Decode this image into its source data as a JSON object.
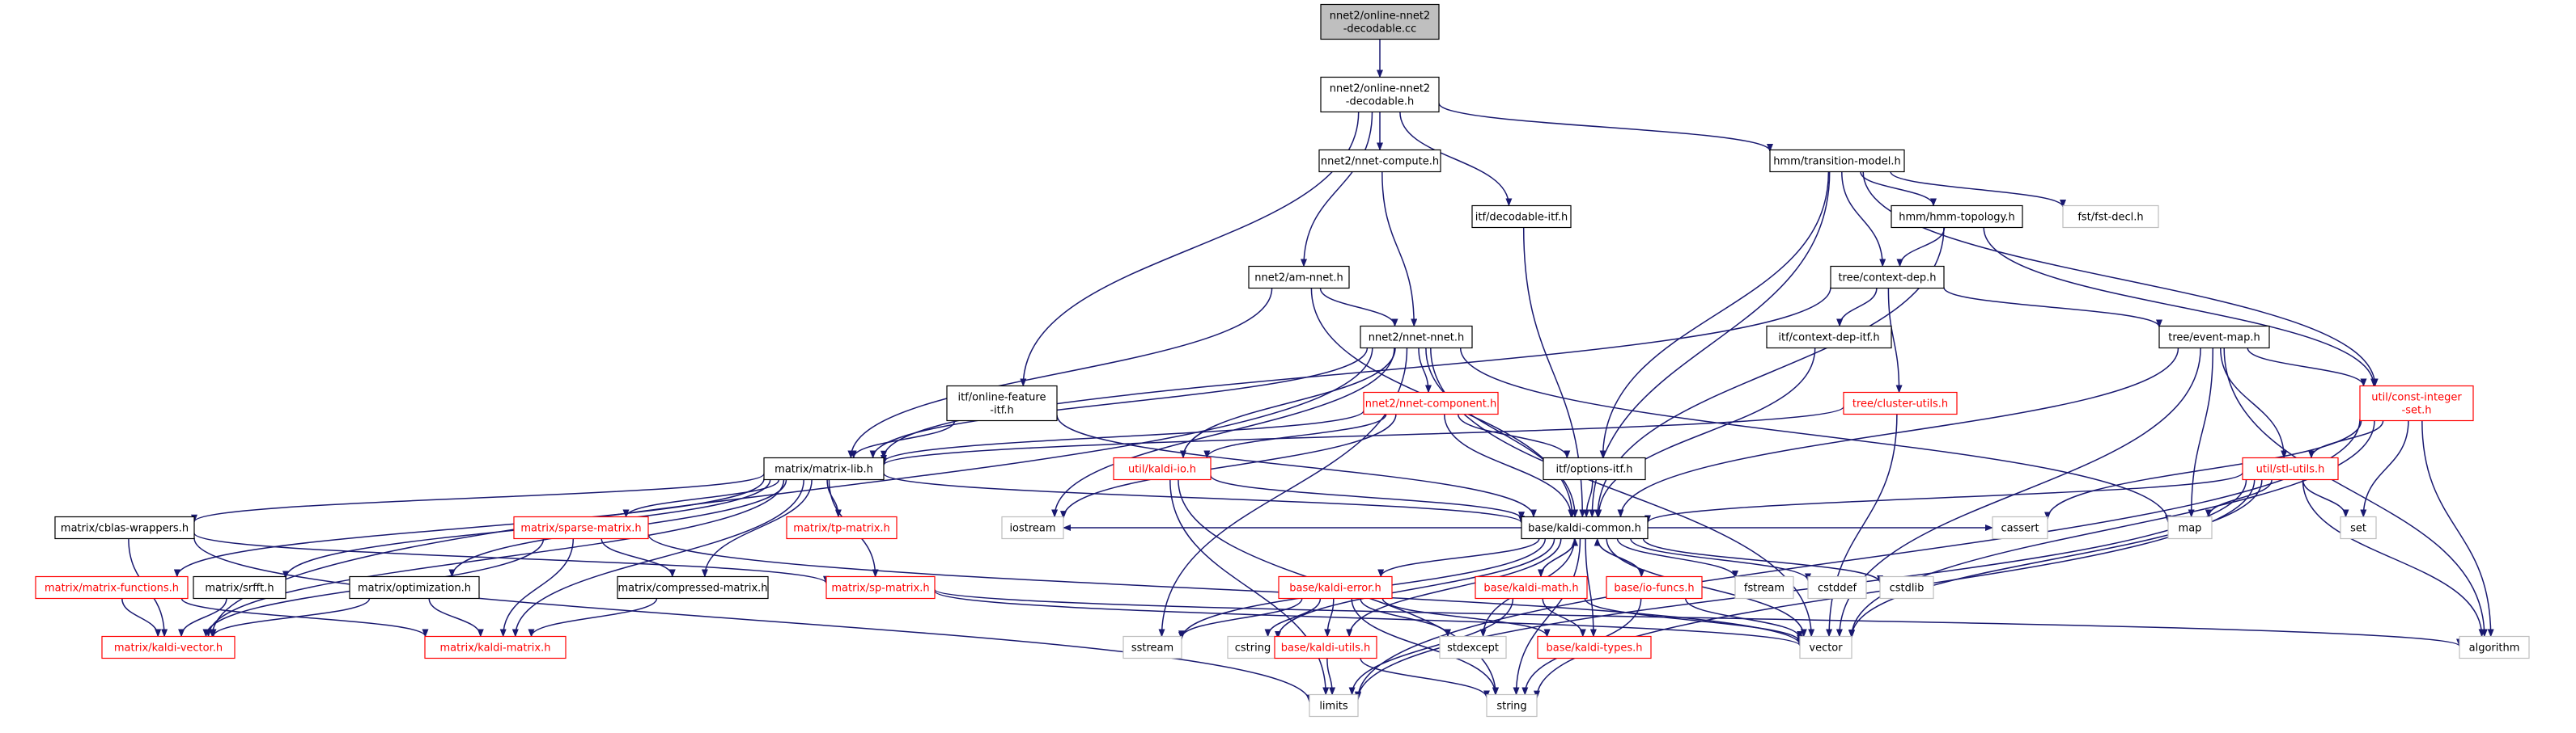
{
  "graph_title": "nnet2/online-nnet2-decodable.cc",
  "colors": {
    "edge": "#191970",
    "documented_border": "#000000",
    "undocumented_border": "#ff0000",
    "external_border": "#bfbfbf",
    "root_fill": "#bfbfbf"
  },
  "nodes": [
    {
      "id": "root",
      "lines": [
        "nnet2/online-nnet2",
        "-decodable.cc"
      ],
      "kind": "root"
    },
    {
      "id": "hdr",
      "lines": [
        "nnet2/online-nnet2",
        "-decodable.h"
      ],
      "kind": "black"
    },
    {
      "id": "nnetcompute",
      "lines": [
        "nnet2/nnet-compute.h"
      ],
      "kind": "black"
    },
    {
      "id": "decitf",
      "lines": [
        "itf/decodable-itf.h"
      ],
      "kind": "black"
    },
    {
      "id": "transmodel",
      "lines": [
        "hmm/transition-model.h"
      ],
      "kind": "black"
    },
    {
      "id": "hmmtopo",
      "lines": [
        "hmm/hmm-topology.h"
      ],
      "kind": "black"
    },
    {
      "id": "fstdecl",
      "lines": [
        "fst/fst-decl.h"
      ],
      "kind": "grey"
    },
    {
      "id": "amnnet",
      "lines": [
        "nnet2/am-nnet.h"
      ],
      "kind": "black"
    },
    {
      "id": "ctxdep",
      "lines": [
        "tree/context-dep.h"
      ],
      "kind": "black"
    },
    {
      "id": "ctxdepitf",
      "lines": [
        "itf/context-dep-itf.h"
      ],
      "kind": "black"
    },
    {
      "id": "eventmap",
      "lines": [
        "tree/event-map.h"
      ],
      "kind": "black"
    },
    {
      "id": "nnetnnet",
      "lines": [
        "nnet2/nnet-nnet.h"
      ],
      "kind": "black"
    },
    {
      "id": "onlinefeat",
      "lines": [
        "itf/online-feature",
        "-itf.h"
      ],
      "kind": "black"
    },
    {
      "id": "nnetcomp",
      "lines": [
        "nnet2/nnet-component.h"
      ],
      "kind": "red"
    },
    {
      "id": "clusterutils",
      "lines": [
        "tree/cluster-utils.h"
      ],
      "kind": "red"
    },
    {
      "id": "constint",
      "lines": [
        "util/const-integer",
        "-set.h"
      ],
      "kind": "red"
    },
    {
      "id": "matrixlib",
      "lines": [
        "matrix/matrix-lib.h"
      ],
      "kind": "black"
    },
    {
      "id": "kaldiio",
      "lines": [
        "util/kaldi-io.h"
      ],
      "kind": "red"
    },
    {
      "id": "optionsitf",
      "lines": [
        "itf/options-itf.h"
      ],
      "kind": "black"
    },
    {
      "id": "stlutils",
      "lines": [
        "util/stl-utils.h"
      ],
      "kind": "red"
    },
    {
      "id": "cblas",
      "lines": [
        "matrix/cblas-wrappers.h"
      ],
      "kind": "black"
    },
    {
      "id": "sparse",
      "lines": [
        "matrix/sparse-matrix.h"
      ],
      "kind": "red"
    },
    {
      "id": "tpmatrix",
      "lines": [
        "matrix/tp-matrix.h"
      ],
      "kind": "red"
    },
    {
      "id": "kaldicommon",
      "lines": [
        "base/kaldi-common.h"
      ],
      "kind": "black"
    },
    {
      "id": "map",
      "lines": [
        "map"
      ],
      "kind": "grey"
    },
    {
      "id": "set",
      "lines": [
        "set"
      ],
      "kind": "grey"
    },
    {
      "id": "matfunc",
      "lines": [
        "matrix/matrix-functions.h"
      ],
      "kind": "red"
    },
    {
      "id": "srfft",
      "lines": [
        "matrix/srfft.h"
      ],
      "kind": "black"
    },
    {
      "id": "optimization",
      "lines": [
        "matrix/optimization.h"
      ],
      "kind": "black"
    },
    {
      "id": "compressed",
      "lines": [
        "matrix/compressed-matrix.h"
      ],
      "kind": "black"
    },
    {
      "id": "spmatrix",
      "lines": [
        "matrix/sp-matrix.h"
      ],
      "kind": "red"
    },
    {
      "id": "iostream",
      "lines": [
        "iostream"
      ],
      "kind": "grey"
    },
    {
      "id": "kaldierror",
      "lines": [
        "base/kaldi-error.h"
      ],
      "kind": "red"
    },
    {
      "id": "kaldimath",
      "lines": [
        "base/kaldi-math.h"
      ],
      "kind": "red"
    },
    {
      "id": "iofuncs",
      "lines": [
        "base/io-funcs.h"
      ],
      "kind": "red"
    },
    {
      "id": "fstream",
      "lines": [
        "fstream"
      ],
      "kind": "grey"
    },
    {
      "id": "cstddef",
      "lines": [
        "cstddef"
      ],
      "kind": "grey"
    },
    {
      "id": "cstdlib",
      "lines": [
        "cstdlib"
      ],
      "kind": "grey"
    },
    {
      "id": "cassert",
      "lines": [
        "cassert"
      ],
      "kind": "grey"
    },
    {
      "id": "kaldivector",
      "lines": [
        "matrix/kaldi-vector.h"
      ],
      "kind": "red"
    },
    {
      "id": "kaldimatrix",
      "lines": [
        "matrix/kaldi-matrix.h"
      ],
      "kind": "red"
    },
    {
      "id": "sstream",
      "lines": [
        "sstream"
      ],
      "kind": "grey"
    },
    {
      "id": "cstring",
      "lines": [
        "cstring"
      ],
      "kind": "grey"
    },
    {
      "id": "kaldiutils",
      "lines": [
        "base/kaldi-utils.h"
      ],
      "kind": "red"
    },
    {
      "id": "stdexcept",
      "lines": [
        "stdexcept"
      ],
      "kind": "grey"
    },
    {
      "id": "kalditypes",
      "lines": [
        "base/kaldi-types.h"
      ],
      "kind": "red"
    },
    {
      "id": "vector",
      "lines": [
        "vector"
      ],
      "kind": "grey"
    },
    {
      "id": "algorithm",
      "lines": [
        "algorithm"
      ],
      "kind": "grey"
    },
    {
      "id": "limits",
      "lines": [
        "limits"
      ],
      "kind": "grey"
    },
    {
      "id": "string",
      "lines": [
        "string"
      ],
      "kind": "grey"
    }
  ],
  "edges": [
    [
      "root",
      "hdr"
    ],
    [
      "hdr",
      "nnetcompute"
    ],
    [
      "hdr",
      "decitf"
    ],
    [
      "hdr",
      "transmodel"
    ],
    [
      "hdr",
      "amnnet"
    ],
    [
      "hdr",
      "onlinefeat"
    ],
    [
      "nnetcompute",
      "nnetnnet"
    ],
    [
      "decitf",
      "kaldicommon"
    ],
    [
      "transmodel",
      "hmmtopo"
    ],
    [
      "transmodel",
      "fstdecl"
    ],
    [
      "transmodel",
      "ctxdep"
    ],
    [
      "transmodel",
      "constint"
    ],
    [
      "transmodel",
      "kaldicommon"
    ],
    [
      "transmodel",
      "optionsitf"
    ],
    [
      "hmmtopo",
      "ctxdep"
    ],
    [
      "hmmtopo",
      "constint"
    ],
    [
      "hmmtopo",
      "kaldicommon"
    ],
    [
      "amnnet",
      "nnetnnet"
    ],
    [
      "amnnet",
      "matrixlib"
    ],
    [
      "amnnet",
      "kaldicommon"
    ],
    [
      "ctxdep",
      "ctxdepitf"
    ],
    [
      "ctxdep",
      "eventmap"
    ],
    [
      "ctxdep",
      "clusterutils"
    ],
    [
      "ctxdep",
      "matrixlib"
    ],
    [
      "ctxdepitf",
      "kaldicommon"
    ],
    [
      "eventmap",
      "constint"
    ],
    [
      "eventmap",
      "stlutils"
    ],
    [
      "eventmap",
      "kaldicommon"
    ],
    [
      "eventmap",
      "map"
    ],
    [
      "eventmap",
      "vector"
    ],
    [
      "eventmap",
      "algorithm"
    ],
    [
      "nnetnnet",
      "nnetcomp"
    ],
    [
      "nnetnnet",
      "matrixlib"
    ],
    [
      "nnetnnet",
      "kaldiio"
    ],
    [
      "nnetnnet",
      "kaldicommon"
    ],
    [
      "nnetnnet",
      "map"
    ],
    [
      "nnetnnet",
      "vector"
    ],
    [
      "nnetnnet",
      "sstream"
    ],
    [
      "nnetnnet",
      "iostream"
    ],
    [
      "nnetnnet",
      "kaldivector"
    ],
    [
      "onlinefeat",
      "matrixlib"
    ],
    [
      "onlinefeat",
      "kaldicommon"
    ],
    [
      "nnetcomp",
      "matrixlib"
    ],
    [
      "nnetcomp",
      "optionsitf"
    ],
    [
      "nnetcomp",
      "kaldicommon"
    ],
    [
      "nnetcomp",
      "kaldiio"
    ],
    [
      "nnetcomp",
      "iostream"
    ],
    [
      "clusterutils",
      "matrixlib"
    ],
    [
      "clusterutils",
      "vector"
    ],
    [
      "constint",
      "stlutils"
    ],
    [
      "constint",
      "set"
    ],
    [
      "constint",
      "vector"
    ],
    [
      "constint",
      "cassert"
    ],
    [
      "constint",
      "algorithm"
    ],
    [
      "constint",
      "limits"
    ],
    [
      "matrixlib",
      "cblas"
    ],
    [
      "matrixlib",
      "sparse"
    ],
    [
      "matrixlib",
      "tpmatrix"
    ],
    [
      "matrixlib",
      "matfunc"
    ],
    [
      "matrixlib",
      "srfft"
    ],
    [
      "matrixlib",
      "optimization"
    ],
    [
      "matrixlib",
      "compressed"
    ],
    [
      "matrixlib",
      "spmatrix"
    ],
    [
      "matrixlib",
      "kaldicommon"
    ],
    [
      "matrixlib",
      "kaldivector"
    ],
    [
      "matrixlib",
      "kaldimatrix"
    ],
    [
      "kaldiio",
      "kaldicommon"
    ],
    [
      "kaldiio",
      "limits"
    ],
    [
      "kaldiio",
      "string"
    ],
    [
      "optionsitf",
      "kaldicommon"
    ],
    [
      "stlutils",
      "kaldicommon"
    ],
    [
      "stlutils",
      "map"
    ],
    [
      "stlutils",
      "set"
    ],
    [
      "stlutils",
      "algorithm"
    ],
    [
      "stlutils",
      "vector"
    ],
    [
      "stlutils",
      "limits"
    ],
    [
      "stlutils",
      "string"
    ],
    [
      "cblas",
      "kaldivector"
    ],
    [
      "cblas",
      "limits"
    ],
    [
      "cblas",
      "spmatrix"
    ],
    [
      "sparse",
      "compressed"
    ],
    [
      "sparse",
      "kaldivector"
    ],
    [
      "sparse",
      "kaldimatrix"
    ],
    [
      "sparse",
      "vector"
    ],
    [
      "matfunc",
      "kaldivector"
    ],
    [
      "matfunc",
      "kaldimatrix"
    ],
    [
      "srfft",
      "kaldivector"
    ],
    [
      "optimization",
      "kaldivector"
    ],
    [
      "optimization",
      "kaldimatrix"
    ],
    [
      "compressed",
      "kaldimatrix"
    ],
    [
      "spmatrix",
      "algorithm"
    ],
    [
      "spmatrix",
      "vector"
    ],
    [
      "kaldicommon",
      "iostream"
    ],
    [
      "kaldicommon",
      "kaldierror"
    ],
    [
      "kaldicommon",
      "kaldimath"
    ],
    [
      "kaldicommon",
      "iofuncs"
    ],
    [
      "kaldicommon",
      "fstream"
    ],
    [
      "kaldicommon",
      "cstddef"
    ],
    [
      "kaldicommon",
      "cstdlib"
    ],
    [
      "kaldicommon",
      "cassert"
    ],
    [
      "kaldicommon",
      "vector"
    ],
    [
      "kaldicommon",
      "sstream"
    ],
    [
      "kaldicommon",
      "cstring"
    ],
    [
      "kaldicommon",
      "kaldiutils"
    ],
    [
      "kaldicommon",
      "stdexcept"
    ],
    [
      "kaldicommon",
      "kalditypes"
    ],
    [
      "kaldicommon",
      "string"
    ],
    [
      "kaldierror",
      "sstream"
    ],
    [
      "kaldierror",
      "cstring"
    ],
    [
      "kaldierror",
      "kaldiutils"
    ],
    [
      "kaldierror",
      "stdexcept"
    ],
    [
      "kaldierror",
      "kalditypes"
    ],
    [
      "kaldierror",
      "string"
    ],
    [
      "kaldimath",
      "kalditypes"
    ],
    [
      "kaldimath",
      "kaldicommon"
    ],
    [
      "kaldimath",
      "limits"
    ],
    [
      "kaldimath",
      "vector"
    ],
    [
      "iofuncs",
      "kaldicommon"
    ],
    [
      "iofuncs",
      "string"
    ],
    [
      "iofuncs",
      "vector"
    ],
    [
      "kaldiutils",
      "limits"
    ],
    [
      "kaldiutils",
      "string"
    ]
  ]
}
